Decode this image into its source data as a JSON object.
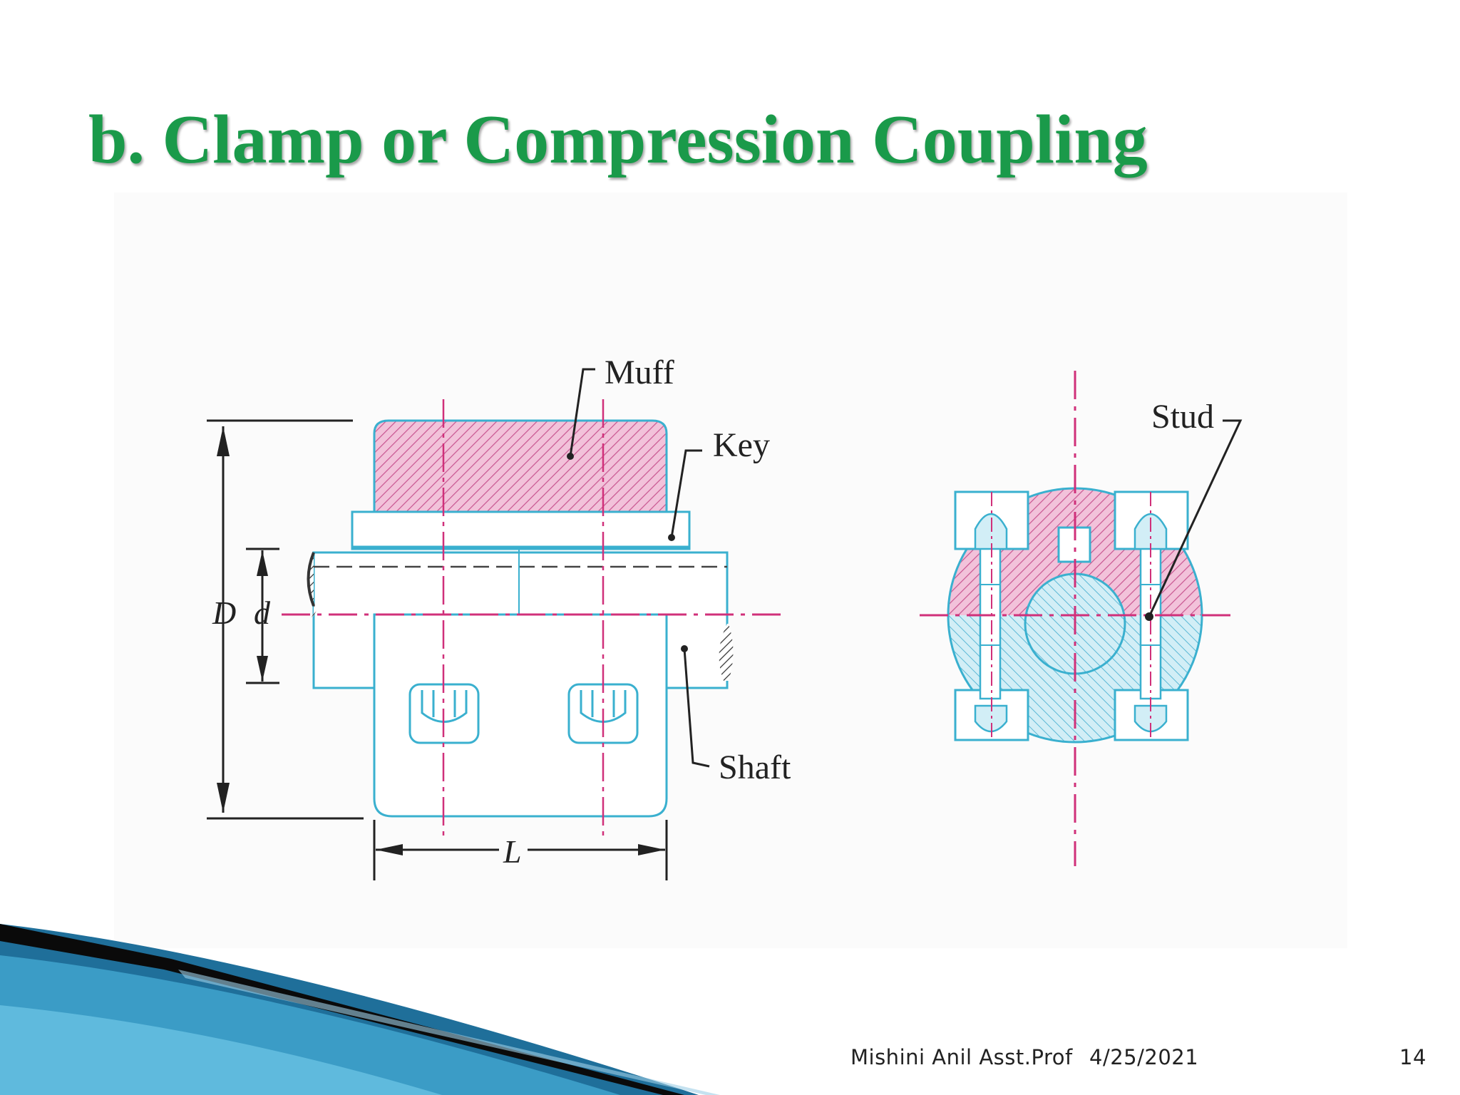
{
  "slide": {
    "title": "b.  Clamp or Compression Coupling",
    "title_color": "#1a9a4a"
  },
  "diagram": {
    "labels": {
      "muff": "Muff",
      "key": "Key",
      "shaft": "Shaft",
      "stud": "Stud",
      "dim_D": "D",
      "dim_d": "d",
      "dim_L": "L"
    },
    "colors": {
      "outline": "#3ab0cf",
      "muff_hatch": "#d8629a",
      "centerline": "#d0307a"
    }
  },
  "footer": {
    "author": "Mishini Anil Asst.Prof",
    "date": "4/25/2021",
    "page": "14"
  }
}
